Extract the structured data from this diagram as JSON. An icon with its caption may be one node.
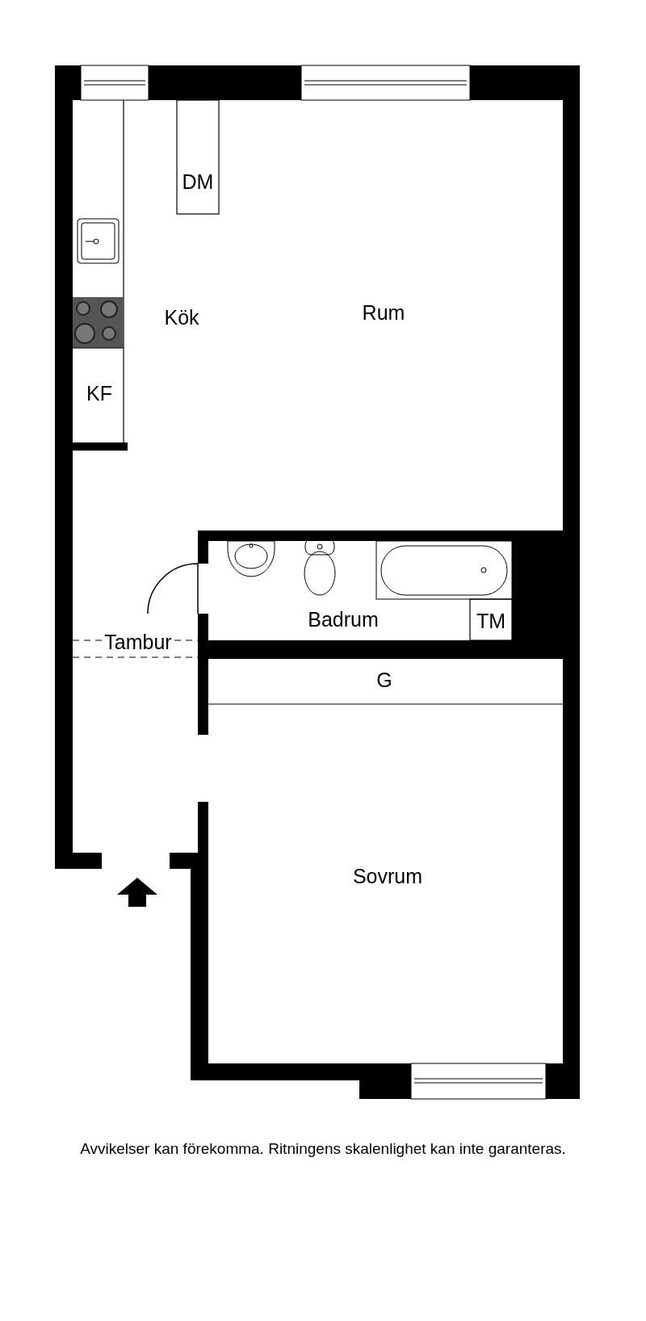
{
  "diagram": {
    "caption": "Avvikelser kan förekomma. Ritningens skalenlighet kan inte garanteras.",
    "labels": [
      "DM",
      "Rum",
      "Kök",
      "KF",
      "Badrum",
      "TM",
      "Tambur",
      "G",
      "Sovrum"
    ]
  }
}
